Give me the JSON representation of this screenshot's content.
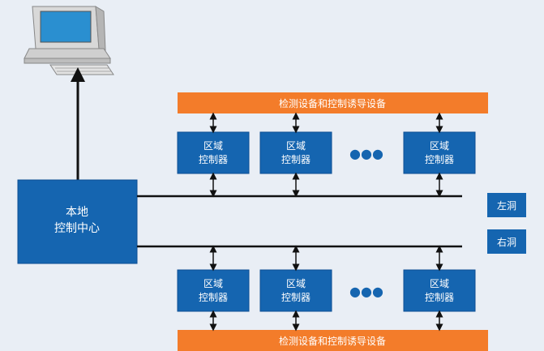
{
  "center": {
    "line1": "本地",
    "line2": "控制中心"
  },
  "top_bar": {
    "label": "检测设备和控制诱导设备"
  },
  "bottom_bar": {
    "label": "检测设备和控制诱导设备"
  },
  "region_controller": {
    "line1": "区域",
    "line2": "控制器"
  },
  "ellipsis": "●●●",
  "tunnels": {
    "left": "左洞",
    "right": "右洞"
  },
  "colors": {
    "box": "#1565b0",
    "box_border": "#0d4f94",
    "bar": "#f37c2a",
    "line": "#111111",
    "background": "#e9eef5"
  }
}
